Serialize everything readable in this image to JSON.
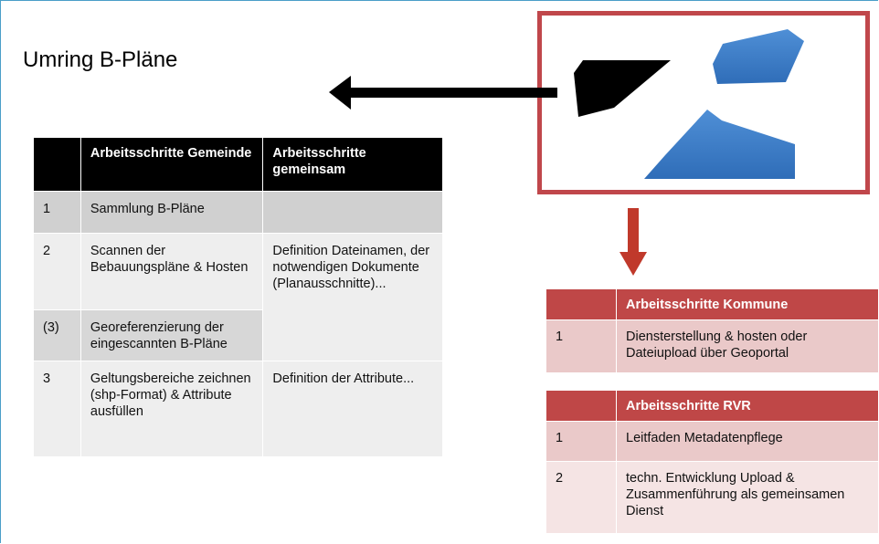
{
  "slide": {
    "title": "Umring B-Pläne"
  },
  "left_table": {
    "headers": [
      "",
      "Arbeitsschritte Gemeinde",
      "Arbeitsschritte gemeinsam"
    ],
    "rows": [
      {
        "num": "1",
        "gemeinde": "Sammlung B-Pläne",
        "gemeinsam": ""
      },
      {
        "num": "2",
        "gemeinde": "Scannen der Bebauungspläne & Hosten",
        "gemeinsam": "Definition Dateinamen, der notwendigen Dokumente (Planausschnitte)..."
      },
      {
        "num": "(3)",
        "gemeinde": "Georeferenzierung der eingescannten B-Pläne"
      },
      {
        "num": "3",
        "gemeinde": "Geltungsbereiche zeichnen (shp-Format) & Attribute ausfüllen",
        "gemeinsam": "Definition der Attribute..."
      }
    ]
  },
  "kommune_table": {
    "headers": [
      "",
      "Arbeitsschritte Kommune"
    ],
    "rows": [
      {
        "num": "1",
        "text": "Diensterstellung & hosten oder Dateiupload über Geoportal"
      }
    ]
  },
  "rvr_table": {
    "headers": [
      "",
      "Arbeitsschritte RVR"
    ],
    "rows": [
      {
        "num": "1",
        "text": "Leitfaden Metadatenpflege"
      },
      {
        "num": "2",
        "text": "techn. Entwicklung Upload & Zusammenführung als gemeinsamen Dienst"
      }
    ]
  },
  "colors": {
    "frame_red": "#c0474b",
    "polygon_blue": "#3a78c4",
    "polygon_black": "#000000",
    "arrow_black": "#000000",
    "arrow_red": "#c0392b",
    "table_header_black": "#000000",
    "table_header_red": "#bf4747"
  }
}
